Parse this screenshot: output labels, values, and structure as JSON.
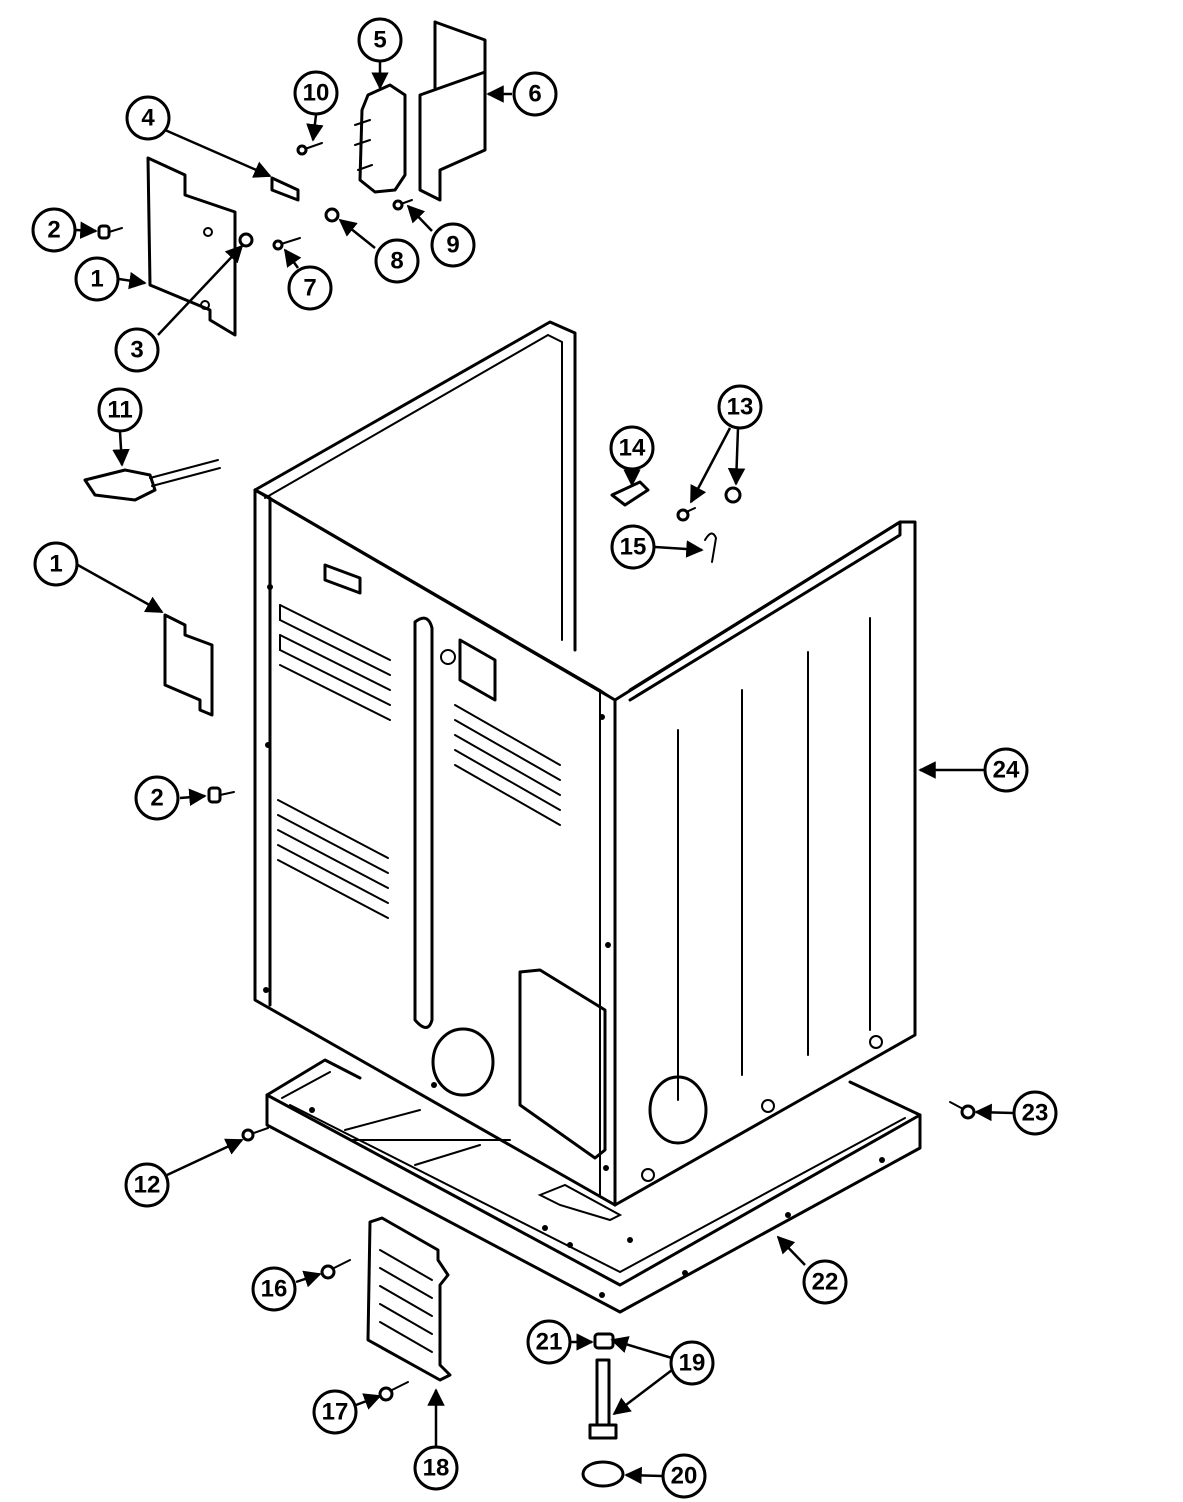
{
  "callouts": [
    {
      "label": "1"
    },
    {
      "label": "1"
    },
    {
      "label": "2"
    },
    {
      "label": "2"
    },
    {
      "label": "3"
    },
    {
      "label": "4"
    },
    {
      "label": "5"
    },
    {
      "label": "6"
    },
    {
      "label": "7"
    },
    {
      "label": "8"
    },
    {
      "label": "9"
    },
    {
      "label": "10"
    },
    {
      "label": "11"
    },
    {
      "label": "12"
    },
    {
      "label": "13"
    },
    {
      "label": "14"
    },
    {
      "label": "15"
    },
    {
      "label": "16"
    },
    {
      "label": "17"
    },
    {
      "label": "18"
    },
    {
      "label": "19"
    },
    {
      "label": "20"
    },
    {
      "label": "21"
    },
    {
      "label": "22"
    },
    {
      "label": "23"
    },
    {
      "label": "24"
    }
  ]
}
